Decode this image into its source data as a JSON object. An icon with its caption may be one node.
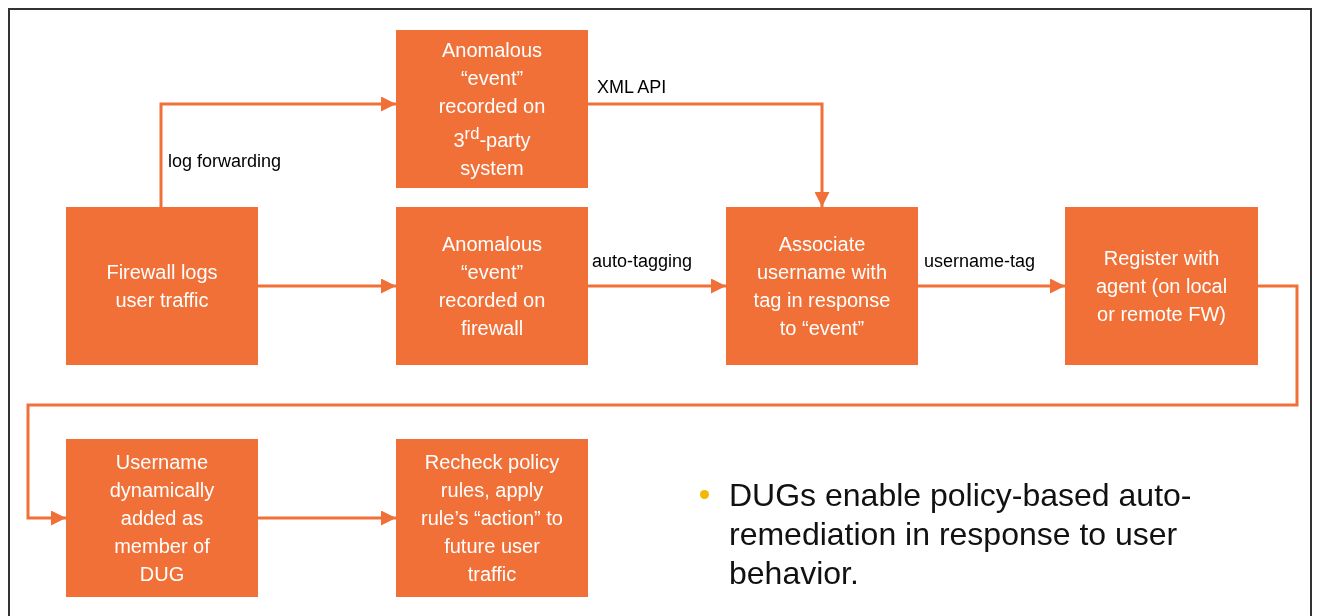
{
  "diagram": {
    "nodes": [
      {
        "text": [
          "Firewall logs user traffic"
        ]
      },
      {
        "text": [
          "Anomalous “event” recorded on 3$^{rd}$-party system"
        ]
      },
      {
        "text": [
          "Anomalous “event” recorded on firewall"
        ]
      },
      {
        "text": [
          "Associate username with tag in response to “event”"
        ]
      },
      {
        "text": [
          "Register with agent (on local or remote FW)"
        ]
      },
      {
        "text": [
          "Username dynamically added as member of DUG"
        ]
      },
      {
        "text": [
          "Recheck policy rules, apply rule’s “action” to future user traffic"
        ]
      }
    ],
    "edges": [
      {
        "from": 0,
        "to": 1,
        "arrow": "to",
        "label": "log forwarding"
      },
      {
        "from": 1,
        "to": 3,
        "arrow": "to",
        "label": "XML API"
      },
      {
        "from": 0,
        "to": 2,
        "arrow": "to"
      },
      {
        "from": 2,
        "to": 3,
        "arrow": "to",
        "label": "auto-tagging"
      },
      {
        "from": 3,
        "to": 4,
        "arrow": "to",
        "label": "username-tag"
      },
      {
        "from": 4,
        "to": 5,
        "arrow": "to"
      },
      {
        "from": 5,
        "to": 6,
        "arrow": "to"
      }
    ],
    "labels": [
      "DUGs enable policy-based auto-remediation in response to user behavior."
    ]
  }
}
